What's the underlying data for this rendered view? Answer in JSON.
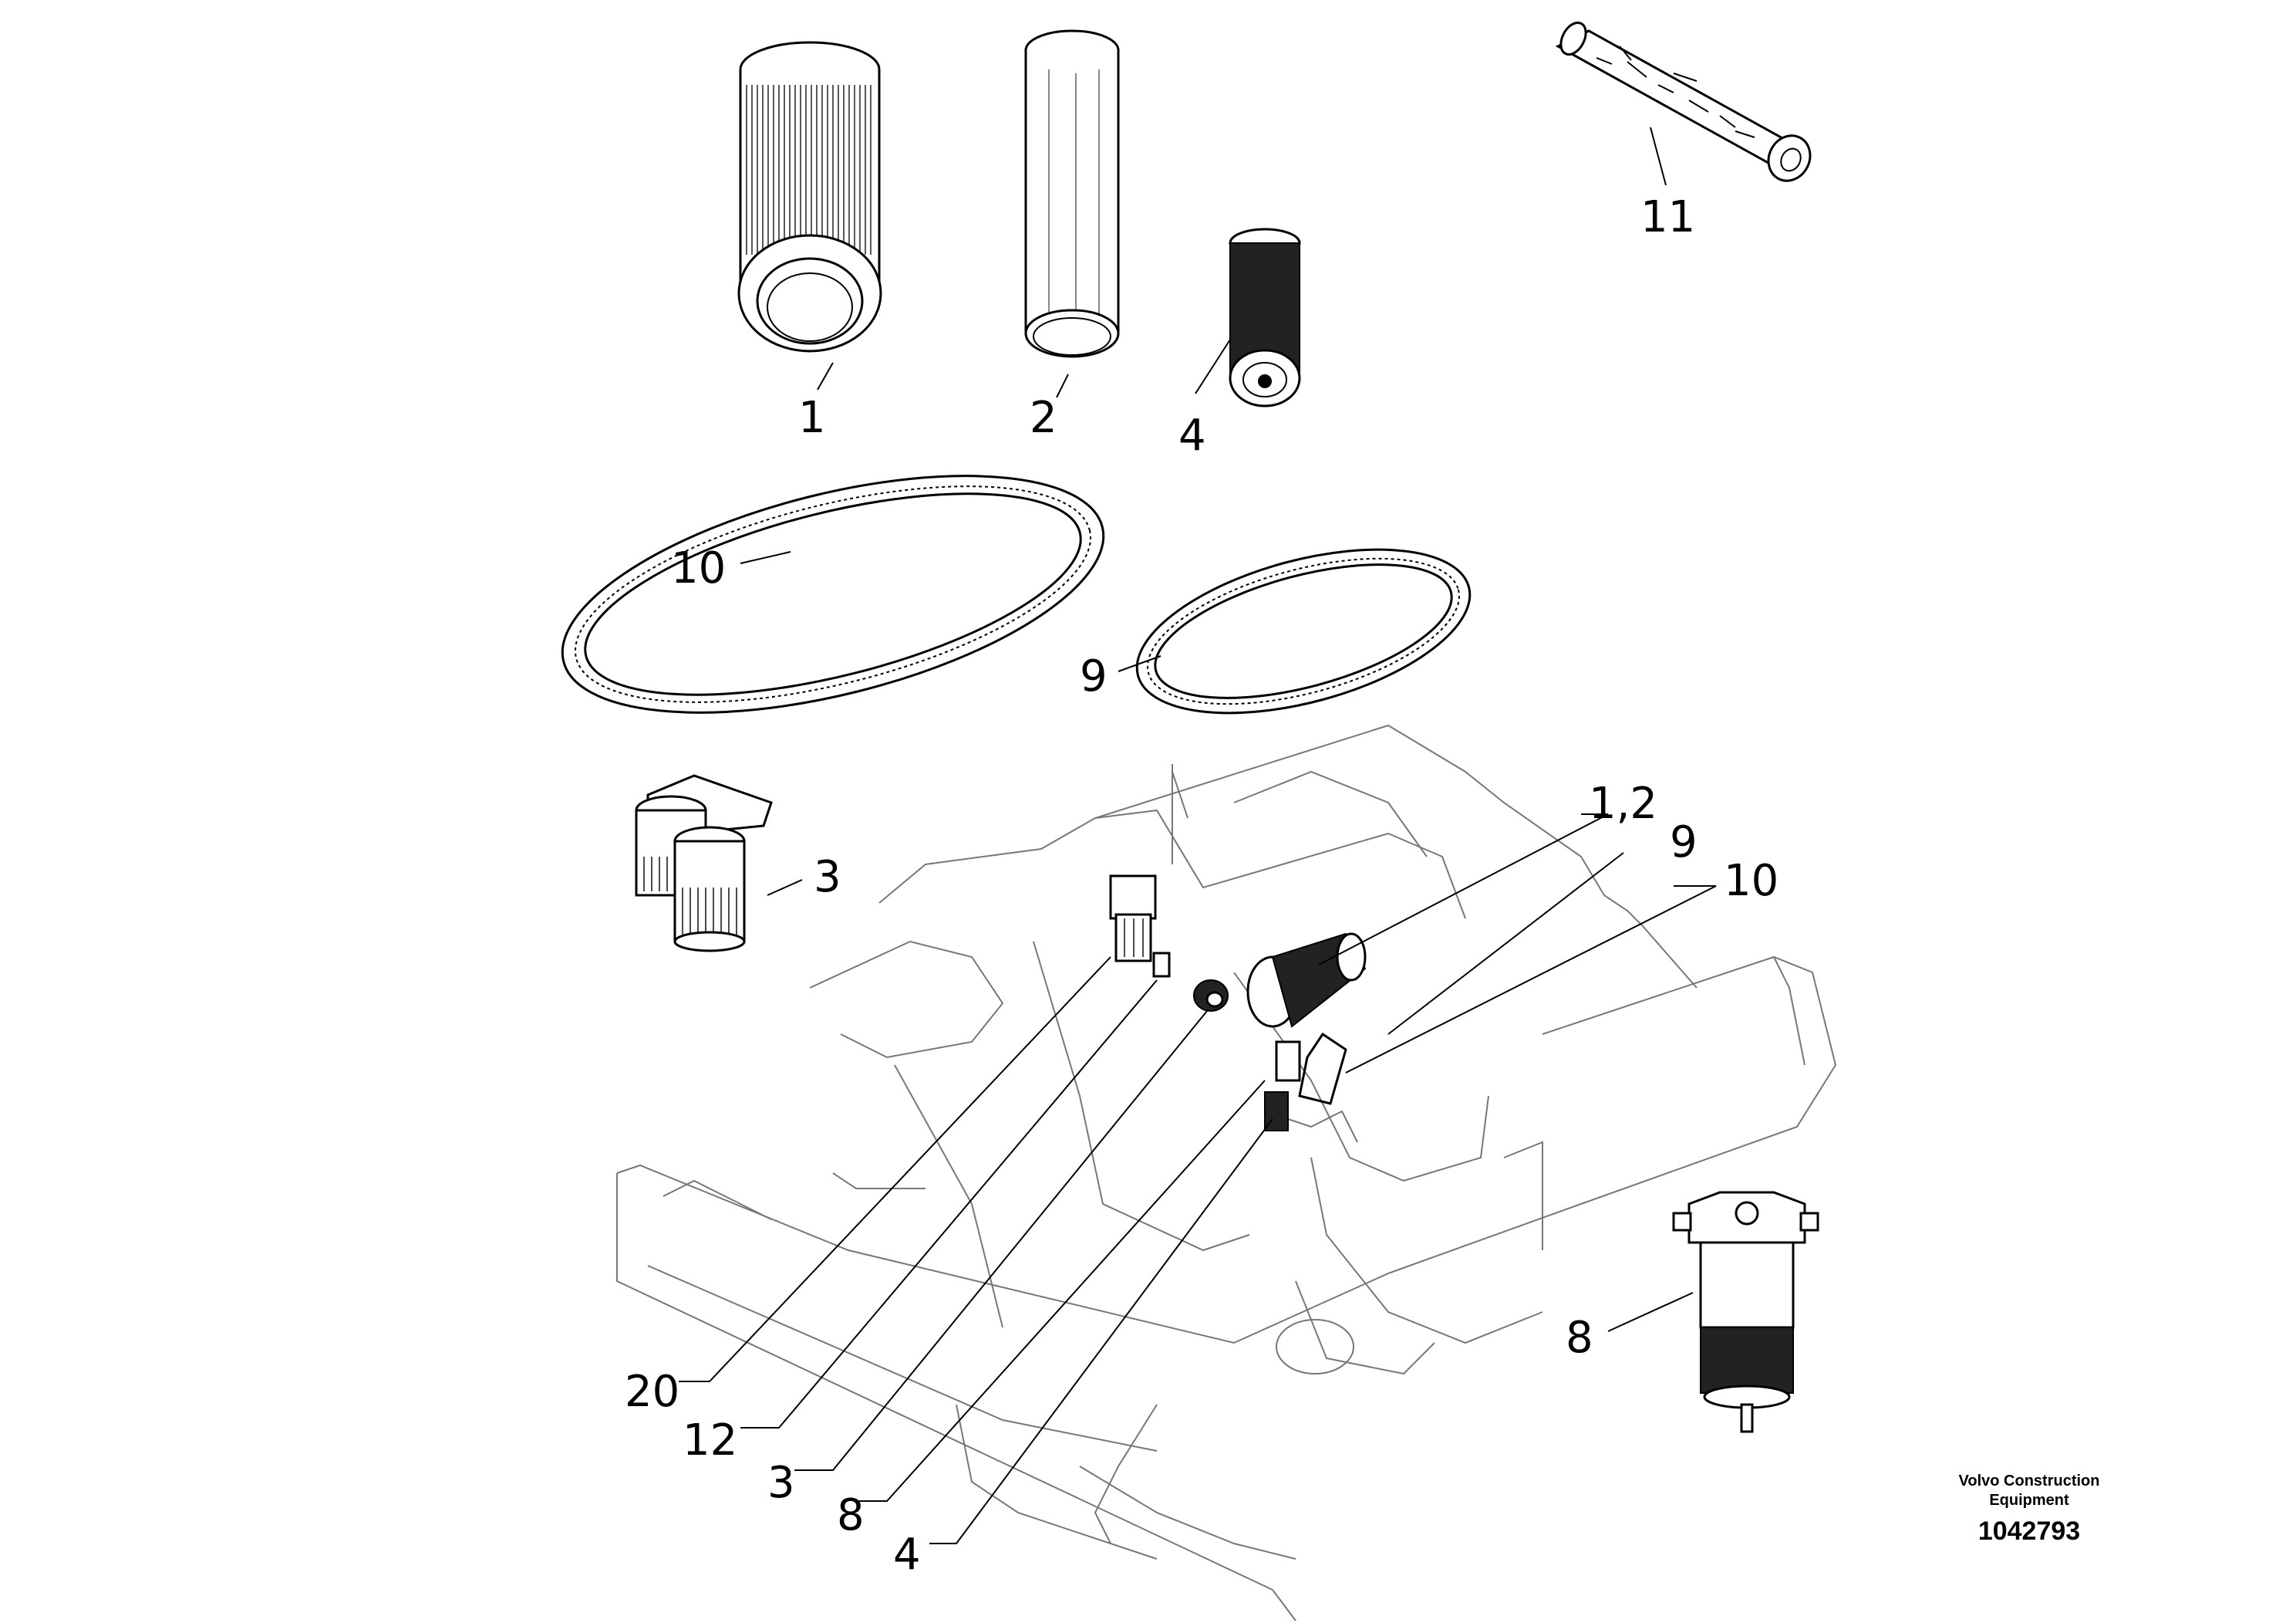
{
  "callouts": {
    "air_filter_outer": "1",
    "air_filter_inner": "2",
    "oil_filter_top": "4",
    "hydraulic_filter": "11",
    "belt_large": "10",
    "belt_small": "9",
    "fuel_filter_pair": "3",
    "main_12": "1,2",
    "main_9": "9",
    "main_10": "10",
    "water_separator": "8",
    "main_20": "20",
    "main_12b": "12",
    "main_3": "3",
    "main_8": "8",
    "main_4": "4"
  },
  "brand": {
    "line1": "Volvo Construction",
    "line2": "Equipment",
    "drawing_number": "1042793"
  },
  "icons": [
    "air-filter-outer-icon",
    "air-filter-inner-icon",
    "oil-filter-icon",
    "hydraulic-filter-icon",
    "v-belt-icon",
    "fuel-filter-pair-icon",
    "water-separator-icon",
    "paver-machine-icon"
  ]
}
